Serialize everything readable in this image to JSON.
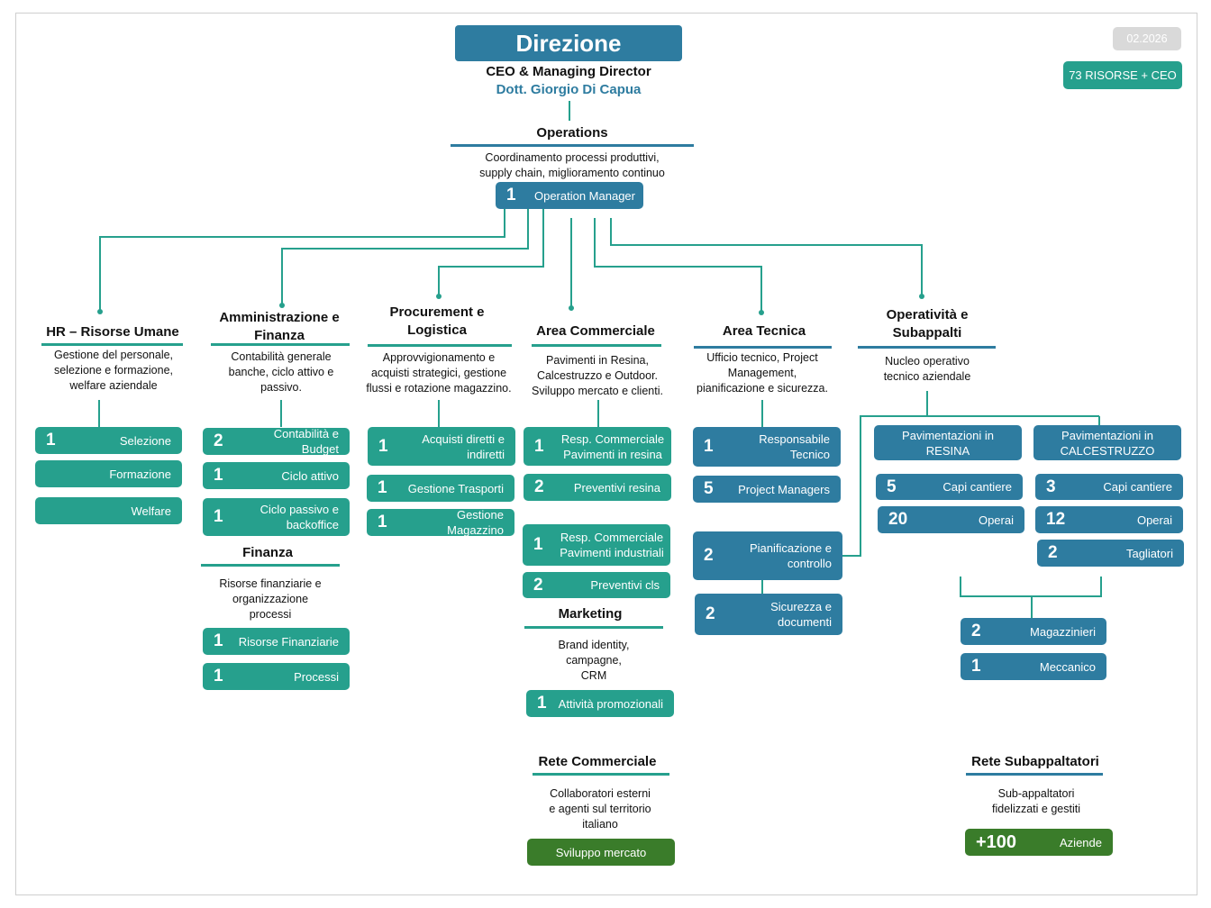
{
  "badges": {
    "date": "02.2026",
    "resources": "73 RISORSE + CEO"
  },
  "direzione": {
    "title": "Direzione",
    "role": "CEO & Managing Director",
    "name": "Dott. Giorgio Di Capua"
  },
  "operations": {
    "title": "Operations",
    "desc_line1": "Coordinamento processi produttivi,",
    "desc_line2": "supply chain, miglioramento continuo",
    "manager": {
      "count": "1",
      "label": "Operation Manager"
    }
  },
  "hr": {
    "title": "HR – Risorse Umane",
    "desc1": "Gestione del personale,",
    "desc2": "selezione e formazione,",
    "desc3": "welfare aziendale",
    "items": [
      {
        "count": "1",
        "label": "Selezione"
      },
      {
        "count": "",
        "label": "Formazione"
      },
      {
        "count": "",
        "label": "Welfare"
      }
    ]
  },
  "amministrazione": {
    "title1": "Amministrazione e",
    "title2": "Finanza",
    "desc1": "Contabilità generale",
    "desc2": "banche, ciclo attivo e",
    "desc3": "passivo.",
    "items": [
      {
        "count": "2",
        "label": "Contabilità e Budget"
      },
      {
        "count": "1",
        "label": "Ciclo attivo"
      },
      {
        "count": "1",
        "label1": "Ciclo passivo e",
        "label2": "backoffice"
      }
    ]
  },
  "finanza": {
    "title": "Finanza",
    "desc1": "Risorse finanziarie e",
    "desc2": "organizzazione",
    "desc3": "processi",
    "items": [
      {
        "count": "1",
        "label": "Risorse Finanziarie"
      },
      {
        "count": "1",
        "label": "Processi"
      }
    ]
  },
  "procurement": {
    "title1": "Procurement e",
    "title2": "Logistica",
    "desc1": "Approvvigionamento e",
    "desc2": "acquisti strategici, gestione",
    "desc3": "flussi e rotazione magazzino.",
    "items": [
      {
        "count": "1",
        "label1": "Acquisti diretti e",
        "label2": "indiretti"
      },
      {
        "count": "1",
        "label": "Gestione Trasporti"
      },
      {
        "count": "1",
        "label": "Gestione Magazzino"
      }
    ]
  },
  "commerciale": {
    "title": "Area Commerciale",
    "desc1": "Pavimenti in Resina,",
    "desc2": "Calcestruzzo e Outdoor.",
    "desc3": "Sviluppo mercato e clienti.",
    "items": [
      {
        "count": "1",
        "label1": "Resp. Commerciale",
        "label2": "Pavimenti in resina"
      },
      {
        "count": "2",
        "label": "Preventivi resina"
      },
      {
        "count": "1",
        "label1": "Resp. Commerciale",
        "label2": "Pavimenti industriali"
      },
      {
        "count": "2",
        "label": "Preventivi cls"
      }
    ]
  },
  "marketing": {
    "title": "Marketing",
    "desc1": "Brand identity,",
    "desc2": "campagne,",
    "desc3": "CRM",
    "items": [
      {
        "count": "1",
        "label": "Attività promozionali"
      }
    ]
  },
  "rete_commerciale": {
    "title": "Rete Commerciale",
    "desc1": "Collaboratori esterni",
    "desc2": "e agenti sul territorio",
    "desc3": "italiano",
    "button": "Sviluppo mercato"
  },
  "tecnica": {
    "title": "Area Tecnica",
    "desc1": "Ufficio tecnico, Project",
    "desc2": "Management,",
    "desc3": "pianificazione e sicurezza.",
    "items": [
      {
        "count": "1",
        "label1": "Responsabile",
        "label2": "Tecnico"
      },
      {
        "count": "5",
        "label": "Project Managers"
      },
      {
        "count": "2",
        "label1": "Pianificazione e",
        "label2": "controllo"
      },
      {
        "count": "2",
        "label1": "Sicurezza e",
        "label2": "documenti"
      }
    ]
  },
  "operativita": {
    "title1": "Operatività e",
    "title2": "Subappalti",
    "desc1": "Nucleo operativo",
    "desc2": "tecnico aziendale",
    "resina": {
      "header1": "Pavimentazioni in",
      "header2": "RESINA",
      "items": [
        {
          "count": "5",
          "label": "Capi cantiere"
        },
        {
          "count": "20",
          "label": "Operai"
        }
      ]
    },
    "cls": {
      "header1": "Pavimentazioni in",
      "header2": "CALCESTRUZZO",
      "items": [
        {
          "count": "3",
          "label": "Capi cantiere"
        },
        {
          "count": "12",
          "label": "Operai"
        },
        {
          "count": "2",
          "label": "Tagliatori"
        }
      ]
    },
    "shared": [
      {
        "count": "2",
        "label": "Magazzinieri"
      },
      {
        "count": "1",
        "label": "Meccanico"
      }
    ]
  },
  "rete_subappaltatori": {
    "title": "Rete Subappaltatori",
    "desc1": "Sub-appaltatori",
    "desc2": "fidelizzati e gestiti",
    "count": "+100",
    "label": "Aziende"
  },
  "colors": {
    "teal": "#26a08d",
    "blue": "#2e7ca0",
    "green": "#3a7c2a",
    "badge_grey": "#d9d9d9"
  }
}
